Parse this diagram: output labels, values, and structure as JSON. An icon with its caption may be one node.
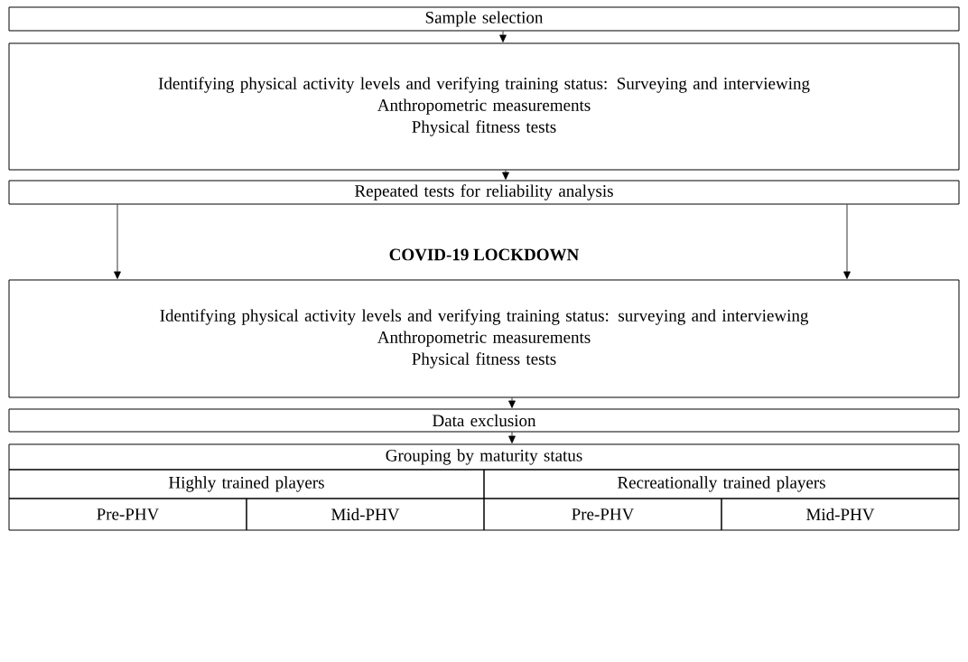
{
  "diagram": {
    "nodes": [
      {
        "text": [
          "Sample selection"
        ]
      },
      {
        "text": [
          "Identifying physical activity levels and verifying training status: Surveying and interviewing",
          "Anthropometric measurements",
          "Physical fitness tests"
        ]
      },
      {
        "text": [
          "Repeated tests for reliability analysis"
        ]
      },
      {
        "text": [
          "Identifying physical activity levels and verifying training status: surveying and interviewing",
          "Anthropometric measurements",
          "Physical fitness tests"
        ]
      },
      {
        "text": [
          "Data exclusion"
        ]
      },
      {
        "text": [
          "Grouping by maturity status"
        ]
      },
      {
        "text": [
          "Highly trained players"
        ]
      },
      {
        "text": [
          "Recreationally trained players"
        ]
      },
      {
        "text": [
          "Pre-PHV"
        ]
      },
      {
        "text": [
          "Mid-PHV"
        ]
      },
      {
        "text": [
          "Pre-PHV"
        ]
      },
      {
        "text": [
          "Mid-PHV"
        ]
      }
    ],
    "edges": [
      {
        "from": 0,
        "to": 1,
        "arrow": "to"
      },
      {
        "from": 1,
        "to": 2,
        "arrow": "to"
      },
      {
        "from": 2,
        "to": 3,
        "arrow": "to"
      },
      {
        "from": 2,
        "to": 3,
        "arrow": "to"
      },
      {
        "from": 3,
        "to": 4,
        "arrow": "to"
      },
      {
        "from": 4,
        "to": 5,
        "arrow": "to"
      }
    ],
    "labels": [
      "**COVID-19 LOCKDOWN**"
    ]
  }
}
